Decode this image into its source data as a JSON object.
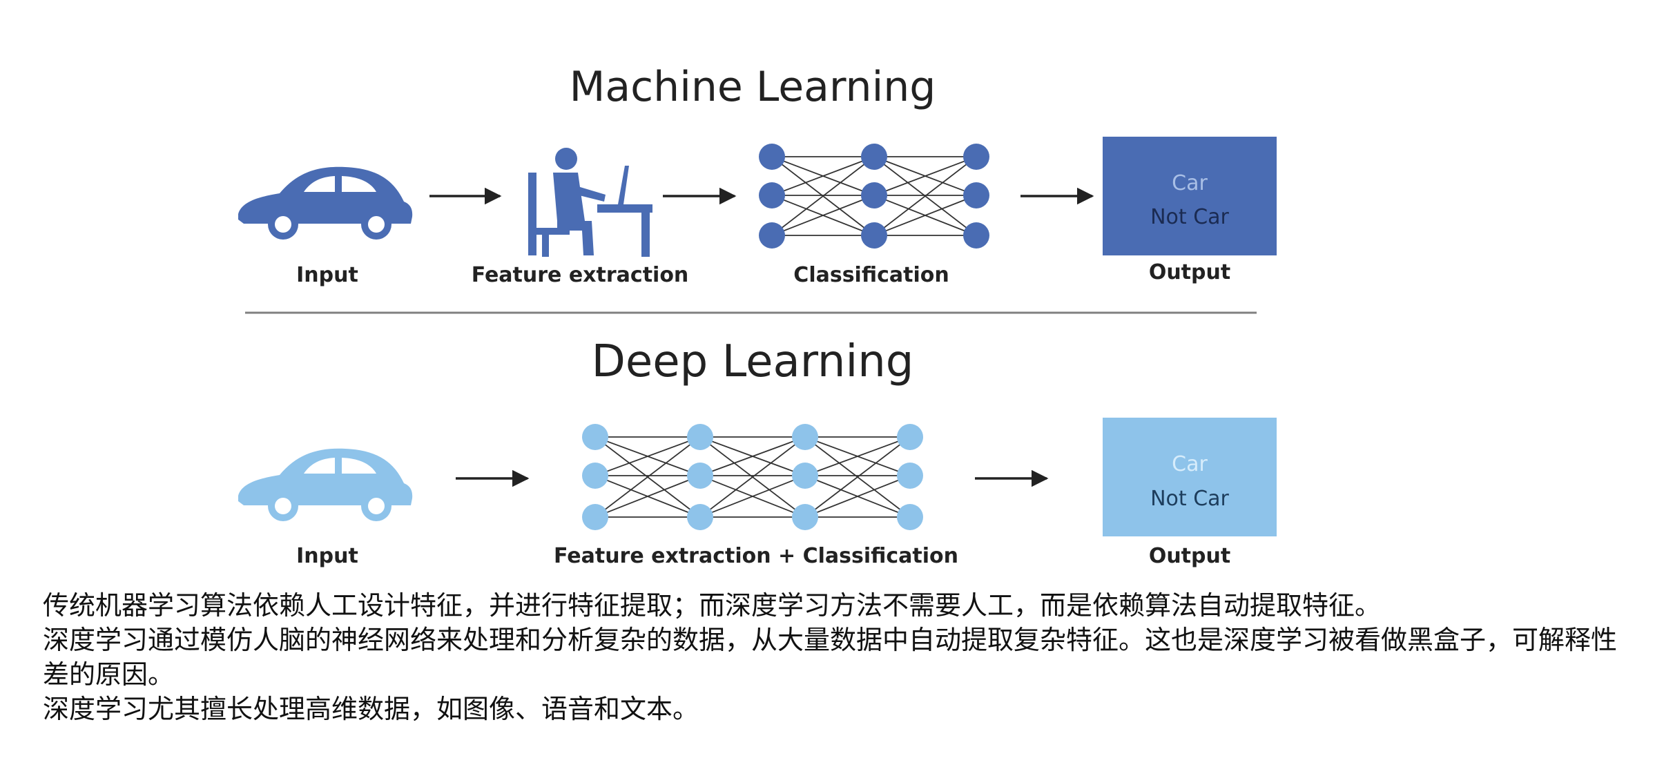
{
  "diagram": {
    "machine_learning": {
      "title": "Machine Learning",
      "labels": {
        "input": "Input",
        "feature_extraction": "Feature extraction",
        "classification": "Classification",
        "output": "Output"
      },
      "output_box": {
        "line1": "Car",
        "line2": "Not Car"
      }
    },
    "deep_learning": {
      "title": "Deep Learning",
      "labels": {
        "input": "Input",
        "combined": "Feature extraction + Classification",
        "output": "Output"
      },
      "output_box": {
        "line1": "Car",
        "line2": "Not Car"
      }
    },
    "colors": {
      "dark_blue": "#4a6cb3",
      "light_blue": "#8ec3ea",
      "line": "#222222",
      "divider": "#808080",
      "text": "#222222"
    }
  },
  "notes": [
    "传统机器学习算法依赖人工设计特征，并进行特征提取；而深度学习方法不需要人工，而是依赖算法自动提取特征。",
    "深度学习通过模仿人脑的神经网络来处理和分析复杂的数据，从大量数据中自动提取复杂特征。这也是深度学习被看做黑盒子，可解释性差的原因。",
    "深度学习尤其擅长处理高维数据，如图像、语音和文本。"
  ]
}
